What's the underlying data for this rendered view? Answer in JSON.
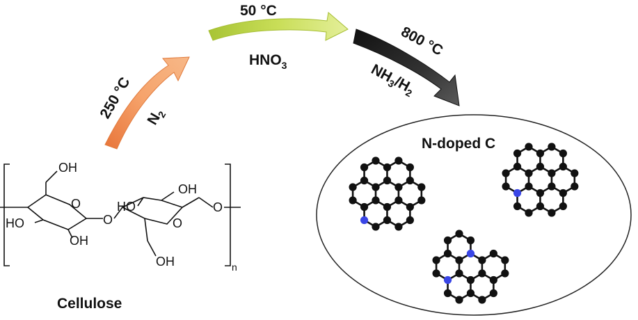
{
  "steps": [
    {
      "temp": "250 °C",
      "gas_main": "N",
      "gas_sub": "2"
    },
    {
      "temp": "50 °C",
      "reagent_main": "HNO",
      "reagent_sub": "3"
    },
    {
      "temp": "800 °C",
      "gas_a": "NH",
      "gas_a_sub": "3",
      "gas_b": "/H",
      "gas_b_sub": "2"
    }
  ],
  "product_label": "N-doped C",
  "precursor_label": "Cellulose",
  "structure": {
    "oh": "OH",
    "ho": "HO",
    "o": "O",
    "repeat_n": "n"
  },
  "colors": {
    "arrow1": "#f08a48",
    "arrow2": "#b5cd3b",
    "arrow3": "#222222",
    "carbon": "#111111",
    "nitrogen": "#3a46e6"
  }
}
